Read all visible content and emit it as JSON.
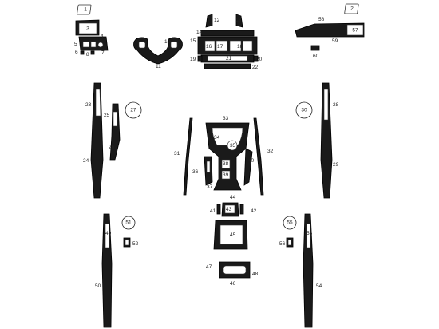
{
  "title": "",
  "parts": {
    "p1": "1",
    "p2": "2",
    "p3": "3",
    "p4": "4",
    "p5": "5",
    "p6": "6",
    "p7": "7",
    "p8": "8",
    "p9": "9",
    "p10": "10",
    "p11": "11",
    "p12": "12",
    "p13": "13",
    "p14": "14",
    "p15": "15",
    "p16": "16",
    "p17": "17",
    "p18": "18",
    "p19": "19",
    "p20": "20",
    "p21": "21",
    "p22": "22",
    "p23": "23",
    "p24": "24",
    "p25": "25",
    "p26": "26",
    "p27": "27",
    "p28": "28",
    "p29": "29",
    "p30": "30",
    "p31": "31",
    "p32": "32",
    "p33": "33",
    "p34": "34",
    "p35": "35",
    "p36": "36",
    "p37": "37",
    "p38": "38",
    "p39": "39",
    "p40": "40",
    "p41": "41",
    "p42": "42",
    "p43": "43",
    "p44": "44",
    "p45": "45",
    "p46": "46",
    "p47": "47",
    "p48": "48",
    "p49": "49",
    "p50": "50",
    "p51": "51",
    "p52": "52",
    "p53": "53",
    "p54": "54",
    "p55": "55",
    "p56": "56",
    "p57": "57",
    "p58": "58",
    "p59": "59",
    "p60": "60"
  }
}
